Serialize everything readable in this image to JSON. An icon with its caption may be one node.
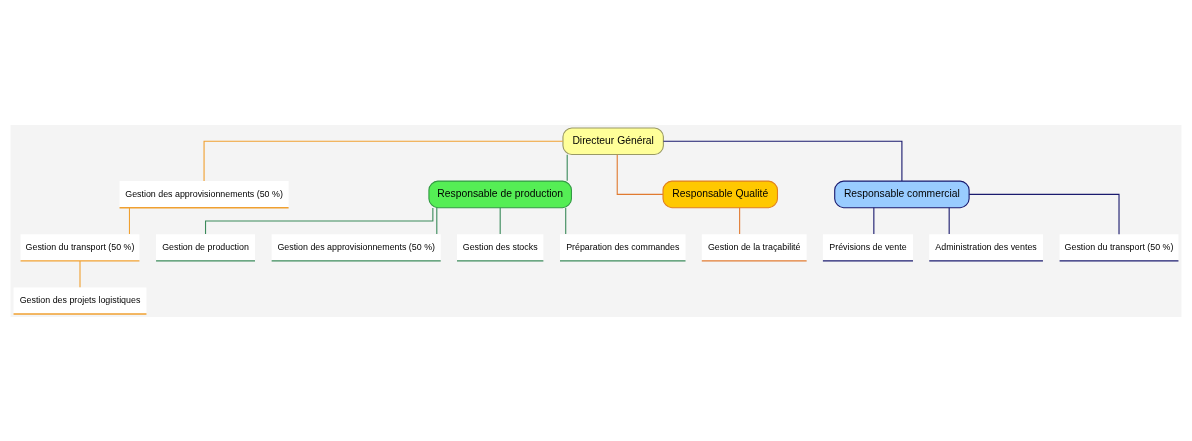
{
  "diagram": {
    "nodes": [
      {
        "text": [
          "Directeur Général"
        ]
      },
      {
        "text": [
          "Gestion des approvisionnements (50 %)"
        ]
      },
      {
        "text": [
          "Gestion du transport (50 %)"
        ]
      },
      {
        "text": [
          "Gestion des projets logistiques"
        ]
      },
      {
        "text": [
          "Responsable de production"
        ]
      },
      {
        "text": [
          "Gestion de production"
        ]
      },
      {
        "text": [
          "Gestion des approvisionnements (50 %)"
        ]
      },
      {
        "text": [
          "Gestion des stocks"
        ]
      },
      {
        "text": [
          "Préparation des commandes"
        ]
      },
      {
        "text": [
          "Responsable Qualité"
        ]
      },
      {
        "text": [
          "Gestion de la traçabilité"
        ]
      },
      {
        "text": [
          "Responsable commercial"
        ]
      },
      {
        "text": [
          "Prévisions de vente"
        ]
      },
      {
        "text": [
          "Administration des ventes"
        ]
      },
      {
        "text": [
          "Gestion du transport (50 %)"
        ]
      }
    ],
    "edges": [
      {
        "from": 0,
        "to": 1,
        "arrow": "none",
        "color": "#f0a030"
      },
      {
        "from": 1,
        "to": 2,
        "arrow": "none",
        "color": "#f0a030"
      },
      {
        "from": 2,
        "to": 3,
        "arrow": "none",
        "color": "#f0a030"
      },
      {
        "from": 0,
        "to": 4,
        "arrow": "none"
      },
      {
        "from": 4,
        "to": 5,
        "arrow": "none"
      },
      {
        "from": 4,
        "to": 6,
        "arrow": "none"
      },
      {
        "from": 4,
        "to": 7,
        "arrow": "none"
      },
      {
        "from": 4,
        "to": 8,
        "arrow": "none"
      },
      {
        "from": 0,
        "to": 9,
        "arrow": "none",
        "color": "#e07a30"
      },
      {
        "from": 9,
        "to": 10,
        "arrow": "none",
        "color": "#e07a30"
      },
      {
        "from": 0,
        "to": 11,
        "arrow": "none",
        "color": "#1a1a6e"
      },
      {
        "from": 11,
        "to": 12,
        "arrow": "none",
        "color": "#1a1a6e"
      },
      {
        "from": 11,
        "to": 13,
        "arrow": "none",
        "color": "#1a1a6e"
      },
      {
        "from": 11,
        "to": 14,
        "arrow": "none",
        "color": "#1a1a6e"
      }
    ]
  }
}
